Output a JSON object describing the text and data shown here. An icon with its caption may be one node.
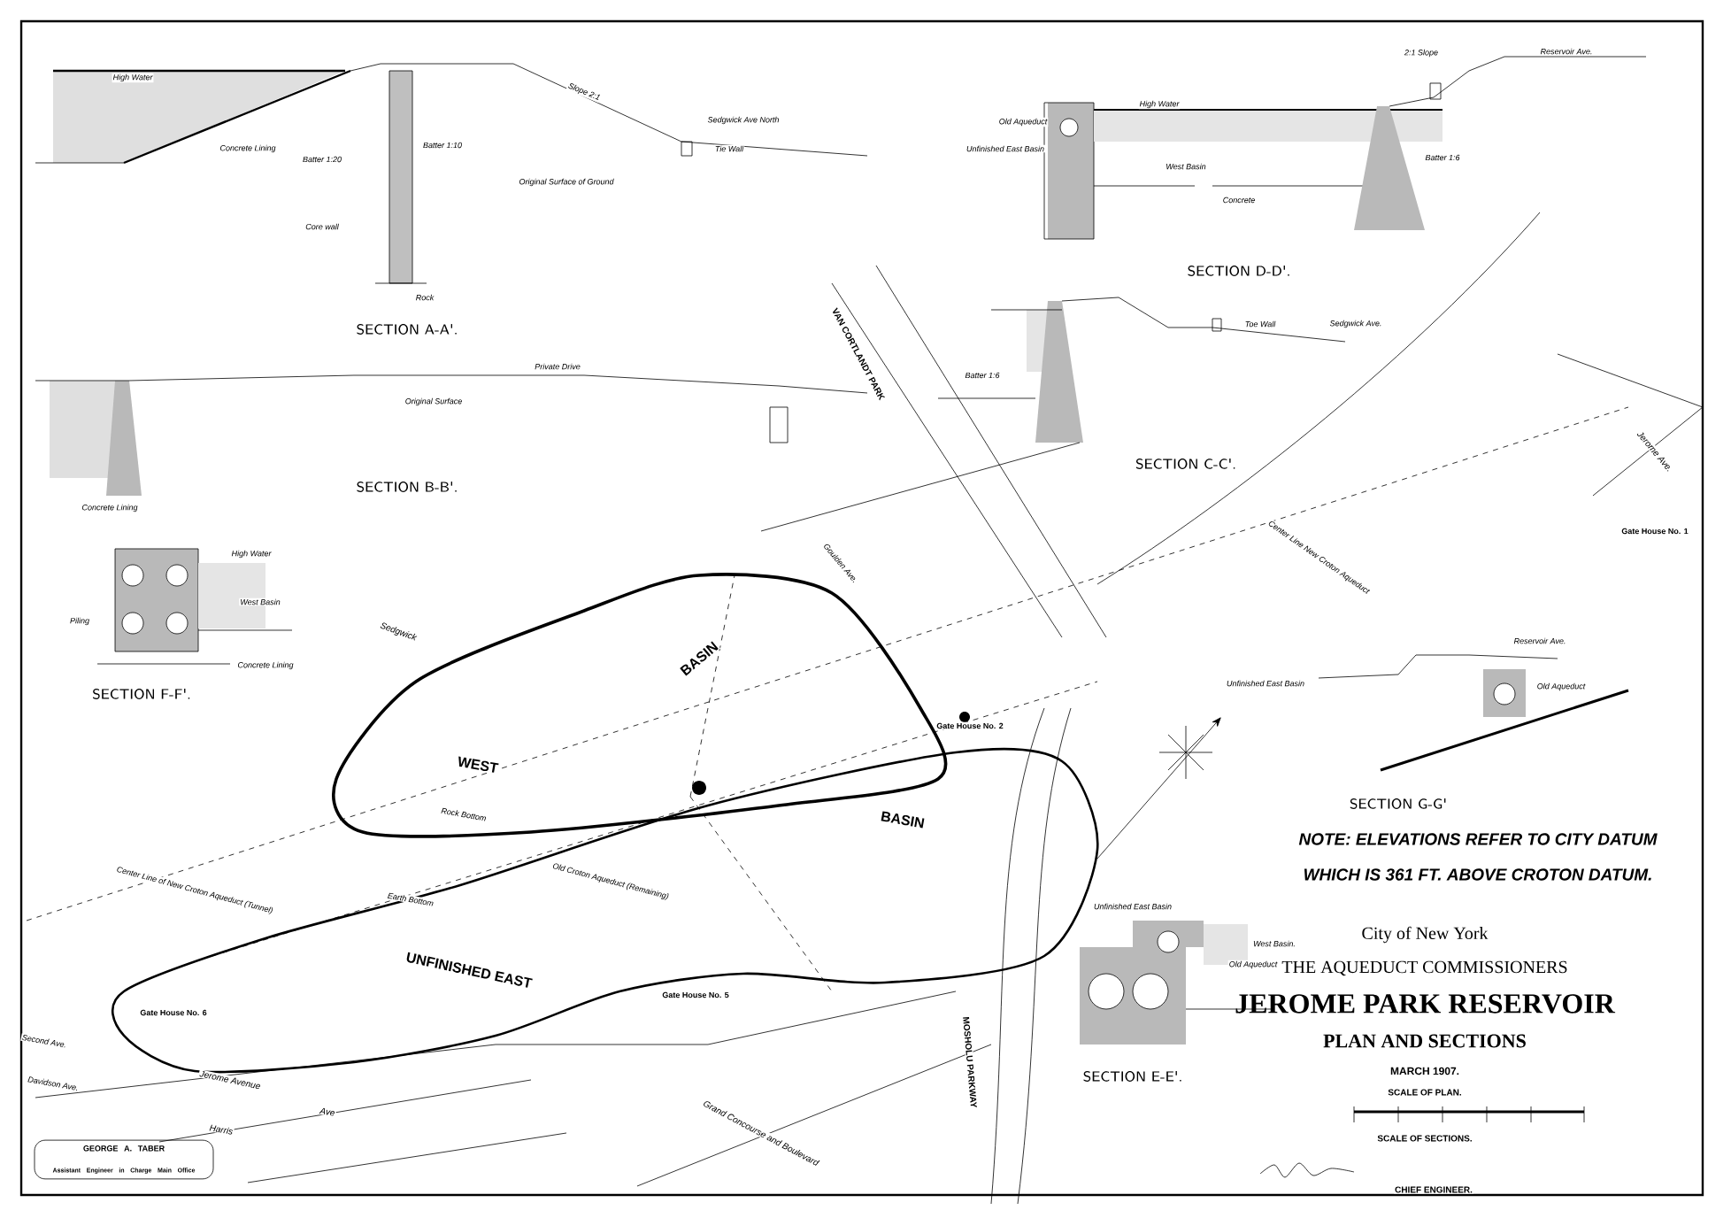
{
  "diagram": {
    "title": "JEROME PARK RESERVOIR",
    "nodes": [
      {
        "text": [
          "GEORGE A. TABER",
          "Assistant Engineer in Charge Main Office"
        ]
      }
    ],
    "edges": [],
    "labels": [
      "High Water",
      "Concrete Lining",
      "Batter 1:20",
      "Batter 1:10",
      "Core wall",
      "Original Surface of Ground",
      "Slope 2:1",
      "Sedgwick Ave North",
      "Tie Wall",
      "Rock",
      "SECTION A-A'.",
      "Old Aqueduct",
      "Unfinished East Basin",
      "High Water",
      "West Basin",
      "Concrete",
      "Batter 1:6",
      "Reservoir Ave.",
      "2:1 Slope",
      "SECTION D-D'.",
      "Toe Wall",
      "Sedgwick Ave.",
      "Batter 1:6",
      "SECTION C-C'.",
      "Private Drive",
      "Original Surface",
      "Concrete Lining",
      "SECTION B-B'.",
      "High Water",
      "West Basin",
      "Piling",
      "Concrete Lining",
      "SECTION F-F'.",
      "Reservoir Ave.",
      "Old Aqueduct",
      "Unfinished East Basin",
      "SECTION G-G'",
      "NOTE: ELEVATIONS REFER TO CITY DATUM",
      "WHICH IS 361 FT. ABOVE CROTON DATUM.",
      "West Basin.",
      "Old Aqueduct",
      "Unfinished East Basin",
      "SECTION E-E'.",
      "City of New York",
      "THE AQUEDUCT COMMISSIONERS",
      "PLAN AND SECTIONS",
      "MARCH 1907.",
      "SCALE OF PLAN.",
      "SCALE OF SECTIONS.",
      "CHIEF ENGINEER.",
      "WEST",
      "BASIN",
      "UNFINISHED EAST",
      "BASIN",
      "Sedgwick",
      "Center Line of New Croton Aqueduct (Tunnel)",
      "Old Croton Aqueduct (Remaining)",
      "Gate House No. 6",
      "Gate House No. 5",
      "Gate House No. 2",
      "Gate House No. 1",
      "Jerome Avenue",
      "Harris",
      "Ave",
      "Second Ave.",
      "Davidson Ave.",
      "Grand Concourse and Boulevard",
      "MOSHOLU PARKWAY",
      "Jerome Ave.",
      "VAN CORTLANDT PARK",
      "Goulden Ave.",
      "Center Line New Croton Aqueduct",
      "Rock Bottom",
      "Earth Bottom"
    ]
  }
}
